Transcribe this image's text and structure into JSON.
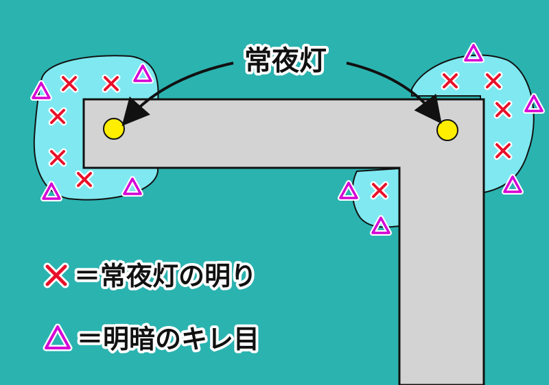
{
  "colors": {
    "background": "#2bb3b0",
    "light_area": "#7fe8f0",
    "road": "#d3d3d3",
    "lamp": "#ffee00",
    "cross": "#e8102a",
    "triangle": "#d400d4"
  },
  "title_label": "常夜灯",
  "legend": [
    {
      "symbol": "cross-icon",
      "text": "＝常夜灯の明り"
    },
    {
      "symbol": "triangle-icon",
      "text": "＝明暗のキレ目"
    }
  ]
}
